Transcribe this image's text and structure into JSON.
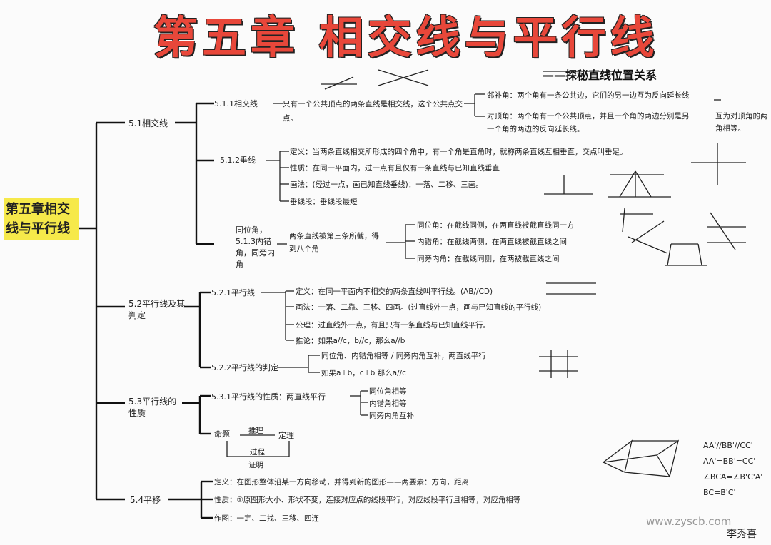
{
  "title": "第五章 相交线与平行线",
  "subtitle": "——探秘直线位置关系",
  "root": "第五章相交线与平行线",
  "branches": {
    "b51": "5.1相交线",
    "b511": "5.1.1相交线",
    "b511_text": "只有一个公共顶点的两条直线是相交线，这个公共点交点。",
    "b511_adj": "邻补角：两个角有一条公共边，它们的另一边互为反向延长线",
    "b511_vert": "对顶角：两个角有一个公共顶点，并且一个角的两边分别是另一个角的两边的反向延长线。",
    "b511_vert_note": "互为对顶角的两角相等。",
    "b512": "5.1.2垂线",
    "b512_def": "定义：当两条直线相交所形成的四个角中，有一个角是直角时，就称两条直线互相垂直，交点叫垂足。",
    "b512_prop": "性质：在同一平面内，过一点有且仅有一条直线与已知直线垂直",
    "b512_draw": "画法：(经过一点，画已知直线垂线)：一落、二移、三画。",
    "b512_short": "垂线段：垂线段最短",
    "b513": "同位角，5.1.3内错角，同旁内角",
    "b513_mid": "两条直线被第三条所截，得到八个角",
    "b513_a": "同位角：在截线同侧，在两直线被截直线同一方",
    "b513_b": "内错角：在截线两侧，在两直线被截直线之间",
    "b513_c": "同旁内角：在截线同侧，在两被截直线之间",
    "b52": "5.2平行线及其判定",
    "b521": "5.2.1平行线",
    "b521_def": "定义：在同一平面内不相交的两条直线叫平行线。(AB//CD)",
    "b521_draw": "画法：一落、二靠、三移、四画。(过直线外一点，画与已知直线的平行线)",
    "b521_ax": "公理：过直线外一点，有且只有一条直线与已知直线平行。",
    "b521_cor": "推论：如果a//c，b//c，那么a//b",
    "b522": "5.2.2平行线的判定",
    "b522_a": "同位角、内错角相等 / 同旁内角互补，两直线平行",
    "b522_b": "如果a⊥b，c⊥b 那么a//c",
    "b53": "5.3平行线的性质",
    "b531": "5.3.1平行线的性质：两直线平行",
    "b531_a": "同位角相等",
    "b531_b": "内错角相等",
    "b531_c": "同旁内角互补",
    "prop_a": "命题",
    "prop_b": "推理",
    "prop_c": "定理",
    "prop_d": "过程",
    "prop_e": "证明",
    "b54": "5.4平移",
    "b54_def": "定义：在图形整体沿某一方向移动，并得到新的图形——两要素：方向，距离",
    "b54_prop": "性质：①原图形大小、形状不变，连接对应点的线段平行，对应线段平行且相等，对应角相等",
    "b54_draw": "作图：一定、二找、三移、四连"
  },
  "side_formula": {
    "f1": "AA'//BB'//CC'",
    "f2": "AA'=BB'=CC'",
    "f3": "∠BCA=∠B'C'A'",
    "f4": "BC=B'C'"
  },
  "signature": "李秀喜",
  "watermark": "www.zyscb.com"
}
